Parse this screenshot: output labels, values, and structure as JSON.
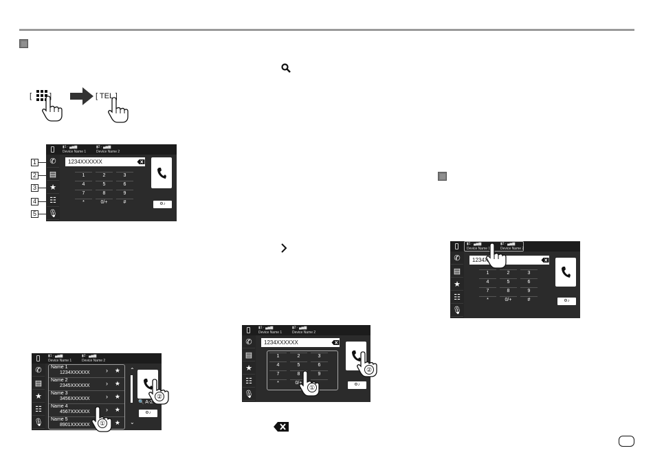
{
  "page": {
    "step_hint": {
      "open_bracket": "[",
      "close_bracket": "]",
      "tel_label": "[ TEL ]"
    }
  },
  "screen": {
    "device1": {
      "label": "Device Name 1",
      "icons": "▮1 · ▄▅▆"
    },
    "device2": {
      "label": "Device Name 2",
      "icons": "▮2 · ▄▅▆"
    },
    "number": "1234XXXXXX",
    "number_short": "1234X",
    "keys": [
      "1",
      "2",
      "3",
      "4",
      "5",
      "6",
      "7",
      "8",
      "9",
      "*",
      "0/+",
      "#"
    ],
    "keys_partial": [
      "1",
      "2",
      "3",
      "4",
      "5",
      "6",
      "7",
      "8",
      "9",
      "*",
      "0/+",
      ""
    ],
    "callout_numbers": [
      "1",
      "2",
      "3",
      "4",
      "5"
    ],
    "search_label": "A-Z"
  },
  "contacts": [
    {
      "name": "Name 1",
      "number": "1234XXXXXX"
    },
    {
      "name": "Name 2",
      "number": "2345XXXXXX"
    },
    {
      "name": "Name 3",
      "number": "3456XXXXXX"
    },
    {
      "name": "Name 4",
      "number": "4567XXXXXX"
    },
    {
      "name": "Name 5",
      "number": "8901XXXXXX"
    }
  ],
  "markers": {
    "one": "①",
    "two": "②"
  },
  "colors": {
    "screen_bg": "#2b2b2b",
    "rule": "#9a9a9a",
    "square": "#7a7a7a"
  }
}
